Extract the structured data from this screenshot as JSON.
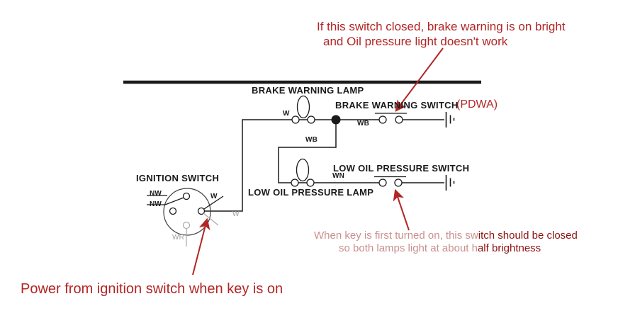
{
  "diagram": {
    "component_labels": {
      "brake_warning_lamp": "BRAKE WARNING LAMP",
      "brake_warning_switch": "BRAKE WARNING SWITCH",
      "low_oil_pressure_switch": "LOW OIL PRESSURE SWITCH",
      "low_oil_pressure_lamp": "LOW OIL PRESSURE LAMP",
      "ignition_switch": "IGNITION SWITCH"
    },
    "wire_labels": {
      "w_top": "W",
      "wb_top": "WB",
      "wb_mid": "WB",
      "wn": "WN",
      "nw_1": "NW",
      "nw_2": "NW",
      "w_diag": "W",
      "w_out": "W",
      "wr": "WR"
    },
    "annotations": {
      "pdwa": "(PDWA)",
      "top_line1": "If this switch closed, brake warning is on bright",
      "top_line2": "and Oil pressure light doesn't work",
      "bottom_line1_faded": "When key is first turned on, this sw",
      "bottom_line1_dark": "itch should be closed",
      "bottom_line2_faded": "so both lamps light at about h",
      "bottom_line2_dark": "alf brightness",
      "power": "Power from ignition switch when key is on"
    },
    "colors": {
      "annotation_red": "#b22525",
      "dark_red": "#8e1111",
      "faded_red": "#c9908d",
      "wire_black": "#1a1a1a",
      "inactive_gray": "#9c9c9c"
    }
  }
}
